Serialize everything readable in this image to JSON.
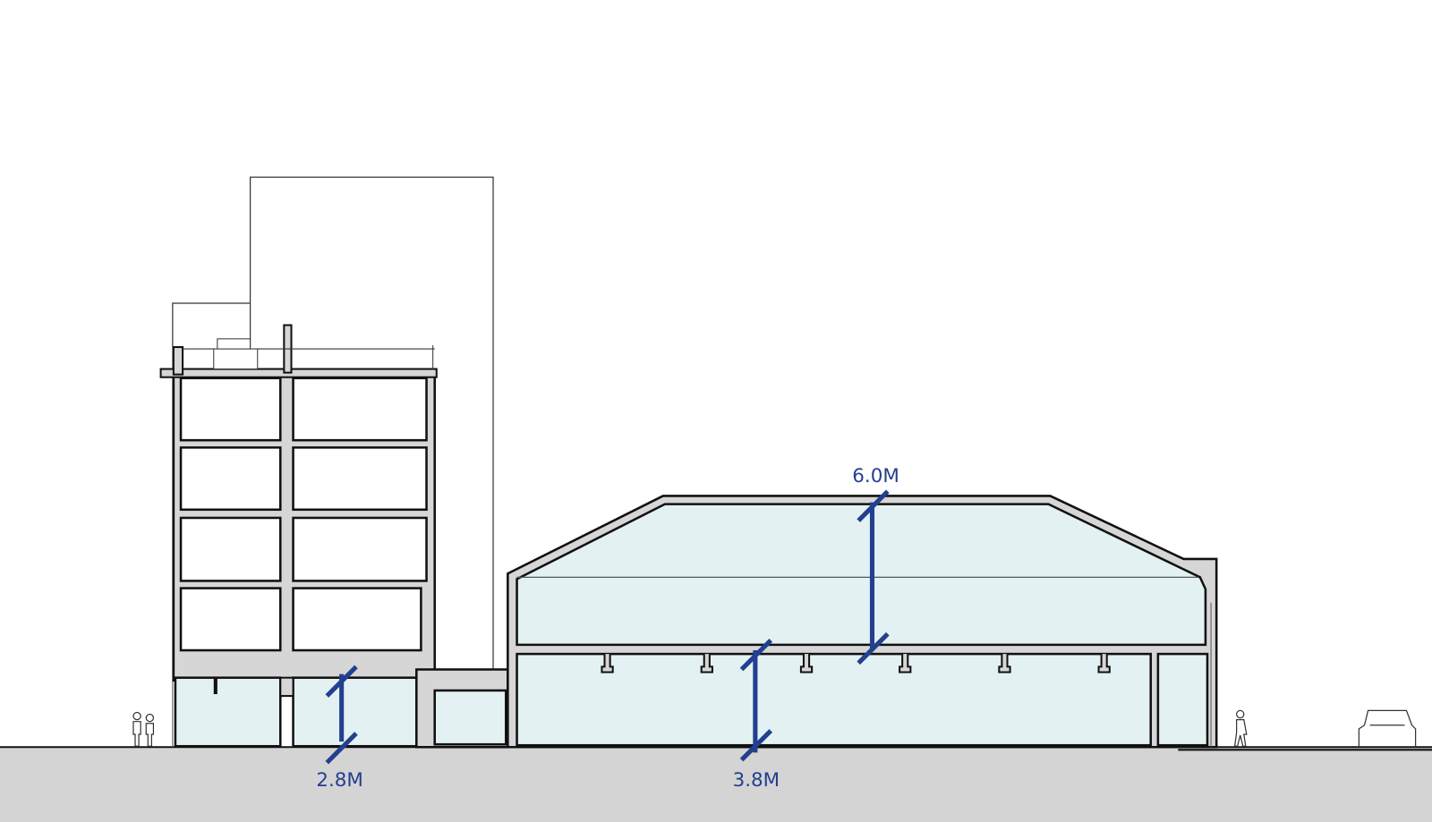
{
  "diagram": {
    "type": "building-section",
    "colors": {
      "dimension": "#233f8f",
      "wall": "#d6d6d6",
      "space": "#e3f1f2",
      "ground": "#d4d4d4",
      "outline": "#111111"
    },
    "dimensions": [
      {
        "label": "2.8M",
        "space": "ground-floor-left-building"
      },
      {
        "label": "3.8M",
        "space": "hall-lower-level"
      },
      {
        "label": "6.0M",
        "space": "hall-upper-level"
      }
    ]
  }
}
